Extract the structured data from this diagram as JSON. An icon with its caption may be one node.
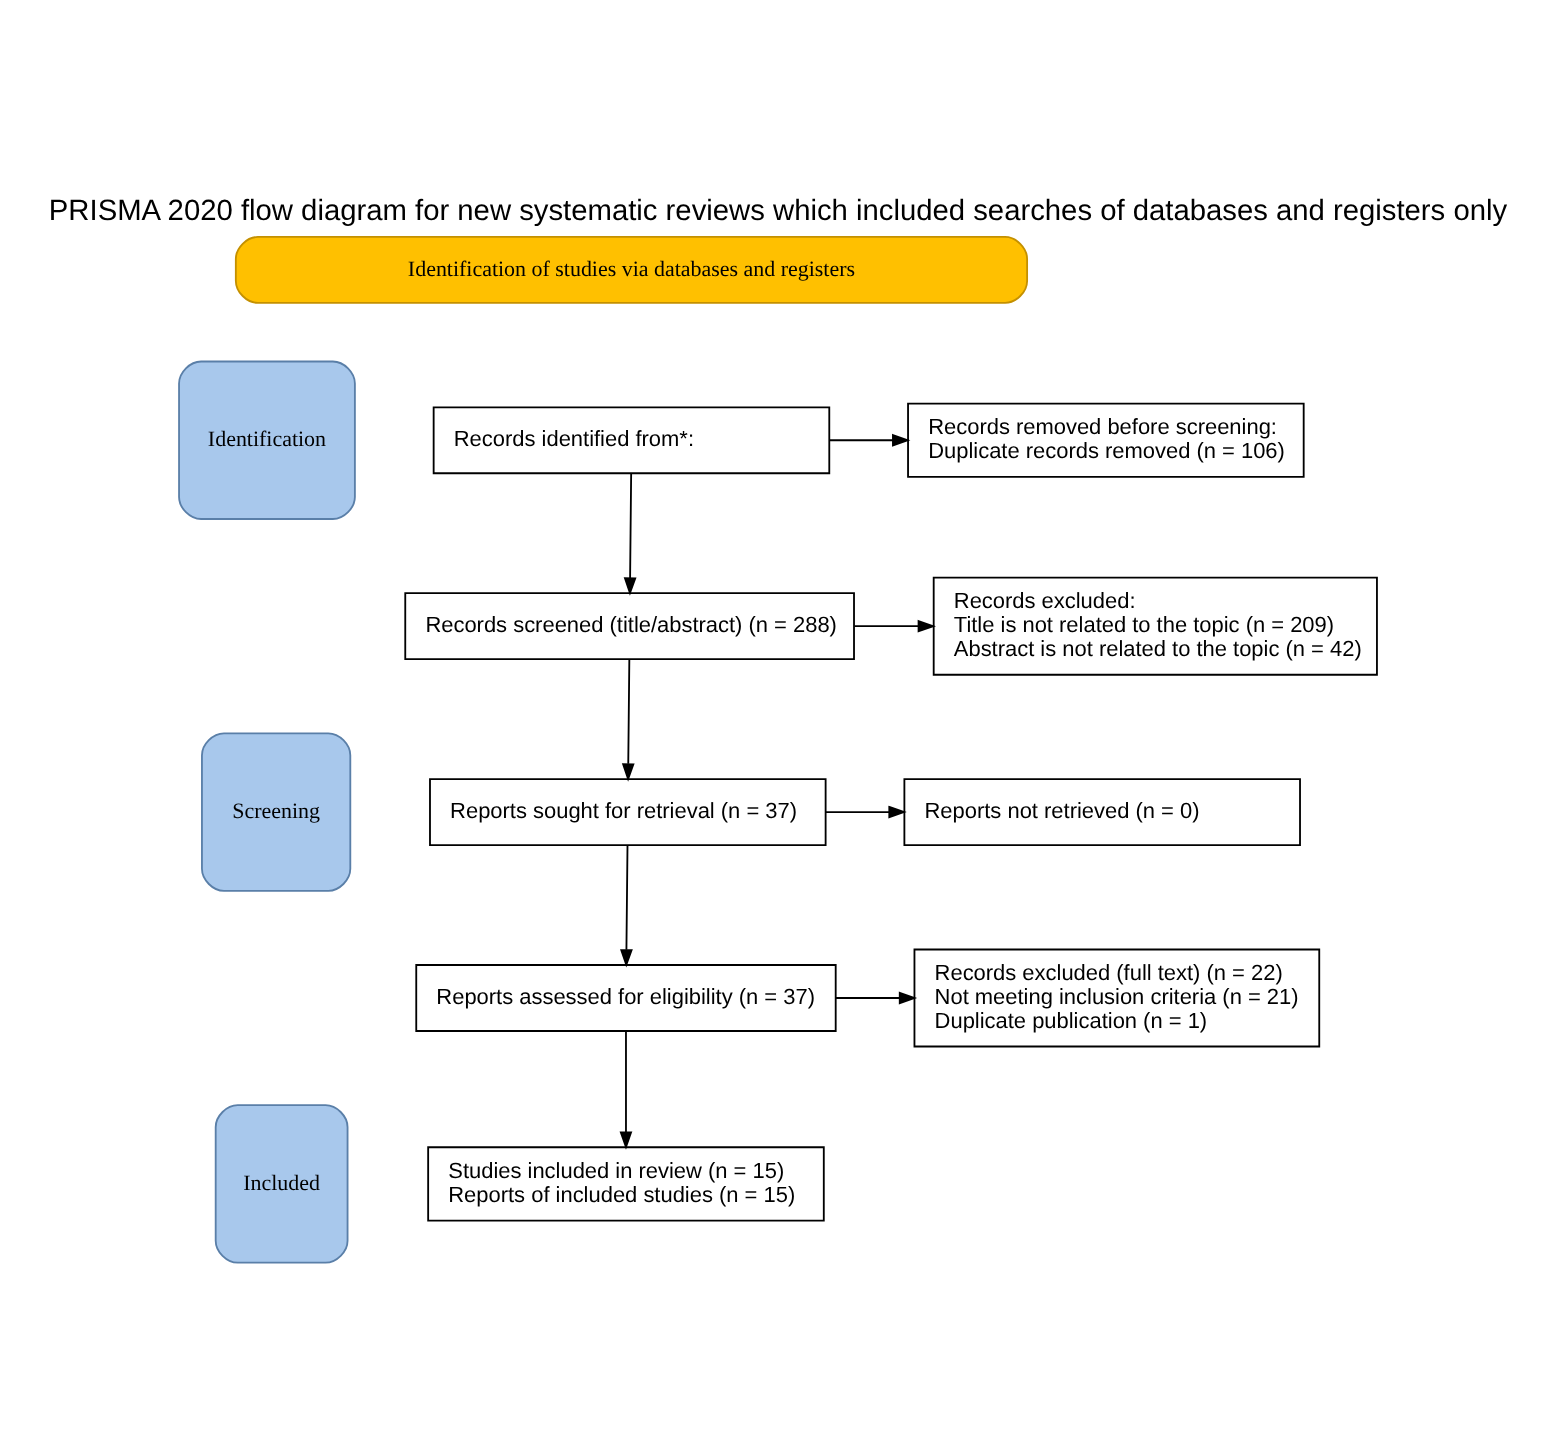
{
  "diagram": {
    "title": "PRISMA 2020 flow diagram for new systematic reviews which included searches of databases and registers only",
    "nodes": [
      {
        "text": [
          "Identification of studies via databases and registers"
        ]
      },
      {
        "text": [
          "Identification"
        ]
      },
      {
        "text": [
          "Records identified from*:"
        ]
      },
      {
        "text": [
          "Records removed before screening:",
          "Duplicate records removed (n = 106)"
        ]
      },
      {
        "text": [
          "Screening"
        ]
      },
      {
        "text": [
          "Records screened (title/abstract) (n = 288)"
        ]
      },
      {
        "text": [
          "Records excluded:",
          "Title is not related to the topic (n = 209)",
          "Abstract is not related to the topic (n = 42)"
        ]
      },
      {
        "text": [
          "Reports sought for retrieval (n = 37)"
        ]
      },
      {
        "text": [
          "Reports not retrieved (n = 0)"
        ]
      },
      {
        "text": [
          "Reports assessed for eligibility (n = 37)"
        ]
      },
      {
        "text": [
          "Records excluded (full text) (n = 22)",
          "Not meeting inclusion criteria (n = 21)",
          "Duplicate publication (n = 1)"
        ]
      },
      {
        "text": [
          "Included"
        ]
      },
      {
        "text": [
          "Studies included in review (n = 15)",
          "Reports of included studies (n = 15)"
        ]
      }
    ],
    "edges": [
      {
        "from": 2,
        "to": 3,
        "arrow": "to"
      },
      {
        "from": 2,
        "to": 5,
        "arrow": "to"
      },
      {
        "from": 5,
        "to": 6,
        "arrow": "to"
      },
      {
        "from": 5,
        "to": 7,
        "arrow": "to"
      },
      {
        "from": 7,
        "to": 8,
        "arrow": "to"
      },
      {
        "from": 7,
        "to": 9,
        "arrow": "to"
      },
      {
        "from": 9,
        "to": 10,
        "arrow": "to"
      },
      {
        "from": 9,
        "to": 12,
        "arrow": "to"
      }
    ]
  }
}
